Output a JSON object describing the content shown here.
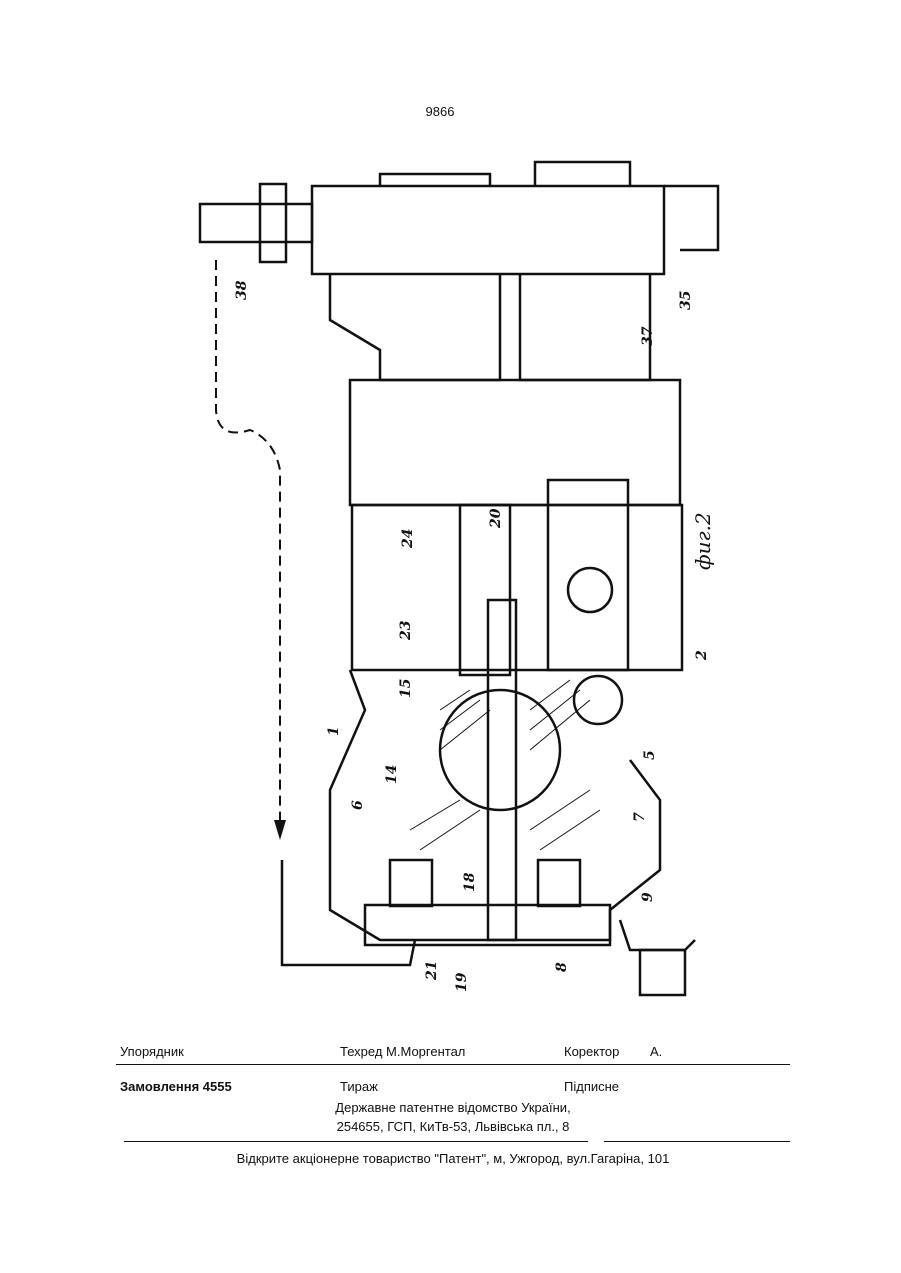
{
  "page_number": "9866",
  "figure": {
    "caption": "фиг.2",
    "refs": [
      "38",
      "35",
      "37",
      "24",
      "20",
      "23",
      "2",
      "15",
      "1",
      "14",
      "5",
      "6",
      "7",
      "9",
      "18",
      "8",
      "21",
      "19"
    ]
  },
  "imprint": {
    "compiler_label": "Упорядник",
    "techred": "Техред М.Моргентал",
    "corrector": "Коректор",
    "corrector_name": "А.",
    "order": "Замовлення 4555",
    "circulation": "Тираж",
    "subscription": "Підписне",
    "office_line1": "Державне патентне відомство України,",
    "office_line2": "254655, ГСП, КиТв-53, Львівська пл., 8"
  },
  "footer": "Відкрите акціонерне товариство   \"Патент\", м, Ужгород, вул.Гагаріна, 101"
}
